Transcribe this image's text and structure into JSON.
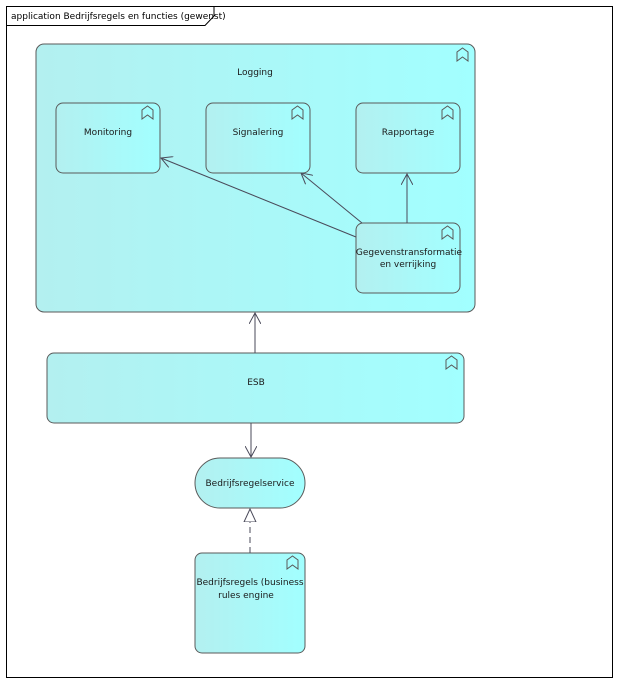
{
  "frame": {
    "title": "application Bedrijfsregels en functies (gewenst)"
  },
  "elements": {
    "logging": {
      "label": "Logging",
      "kind": "application-function"
    },
    "monitoring": {
      "label": "Monitoring",
      "kind": "application-function"
    },
    "signalering": {
      "label": "Signalering",
      "kind": "application-function"
    },
    "rapportage": {
      "label": "Rapportage",
      "kind": "application-function"
    },
    "gegevenstransformatie": {
      "label_line1": "Gegevenstransformatie",
      "label_line2": "en verrijking",
      "kind": "application-function"
    },
    "esb": {
      "label": "ESB",
      "kind": "application-function"
    },
    "bedrijfsregelservice": {
      "label": "Bedrijfsregelservice",
      "kind": "application-service"
    },
    "bedrijfsregels": {
      "label_line1": "Bedrijfsregels (business",
      "label_line2": "rules engine",
      "kind": "application-function"
    }
  },
  "relations": [
    {
      "from": "gegevenstransformatie",
      "to": "monitoring",
      "type": "triggering"
    },
    {
      "from": "gegevenstransformatie",
      "to": "signalering",
      "type": "triggering"
    },
    {
      "from": "gegevenstransformatie",
      "to": "rapportage",
      "type": "triggering"
    },
    {
      "from": "esb",
      "to": "logging",
      "type": "triggering"
    },
    {
      "from": "esb",
      "to": "bedrijfsregelservice",
      "type": "triggering"
    },
    {
      "from": "bedrijfsregels",
      "to": "bedrijfsregelservice",
      "type": "realization"
    }
  ],
  "colors": {
    "fill_start": "#a7f3f3",
    "fill_end": "#a6ffff",
    "stroke": "#5a5a5a",
    "line": "#4a4a5a"
  },
  "icon": "application-function-bookmark-icon"
}
